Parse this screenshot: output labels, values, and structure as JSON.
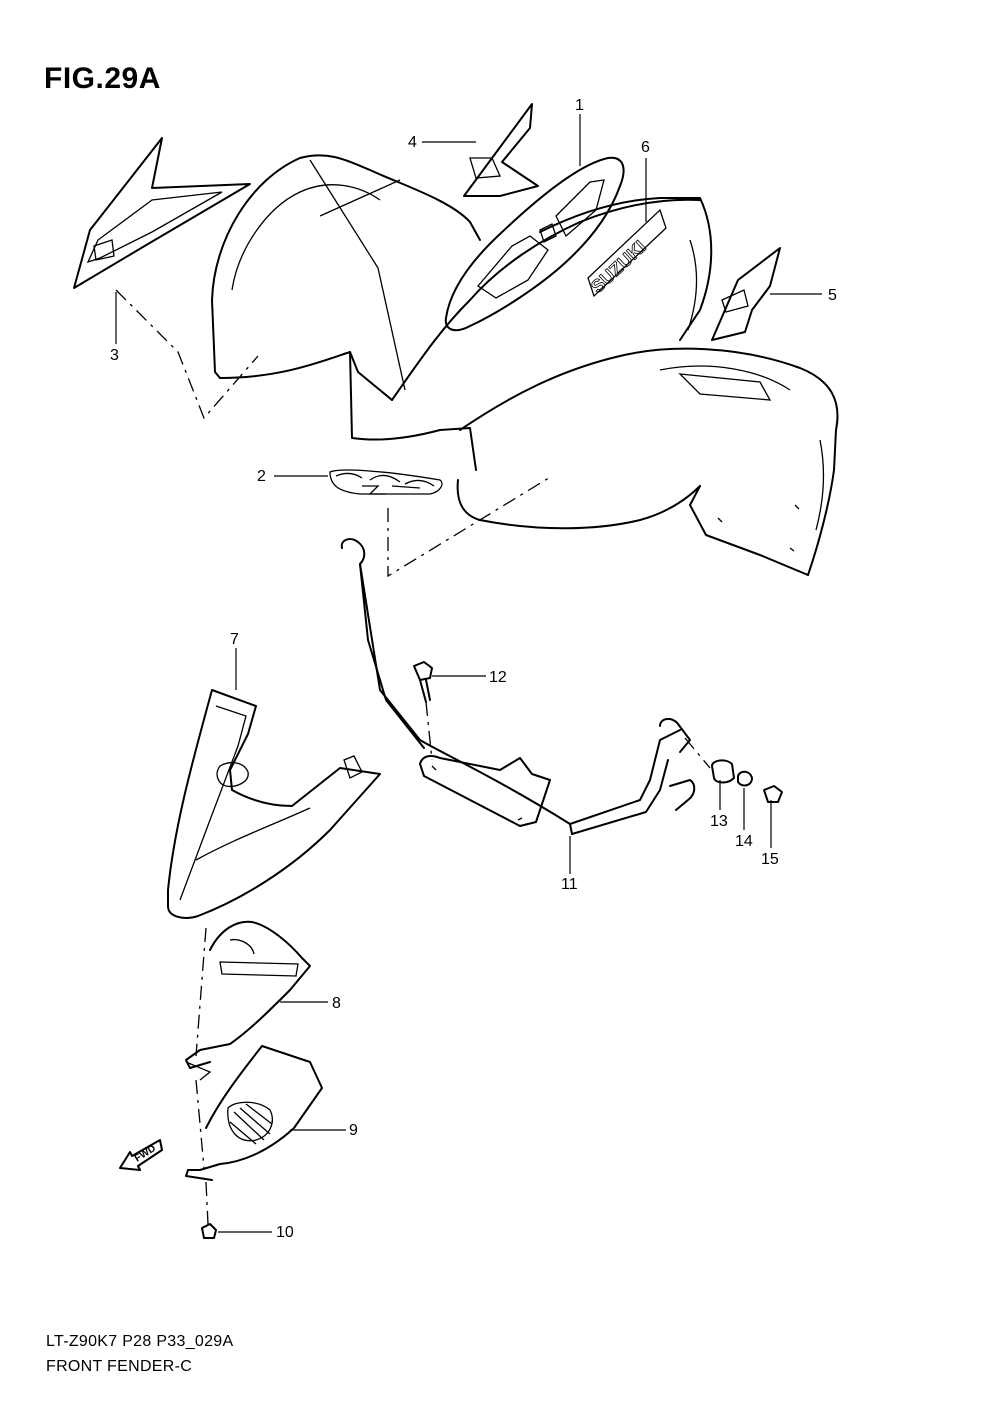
{
  "figure": {
    "title": "FIG.29A"
  },
  "footer": {
    "model_code": "LT-Z90K7 P28 P33_029A",
    "part_name": "FRONT FENDER-C"
  },
  "brand_label": "SUZUKI",
  "fwd_label": "FWD",
  "callouts": [
    "1",
    "2",
    "3",
    "4",
    "5",
    "6",
    "7",
    "8",
    "9",
    "10",
    "11",
    "12",
    "13",
    "14",
    "15"
  ]
}
